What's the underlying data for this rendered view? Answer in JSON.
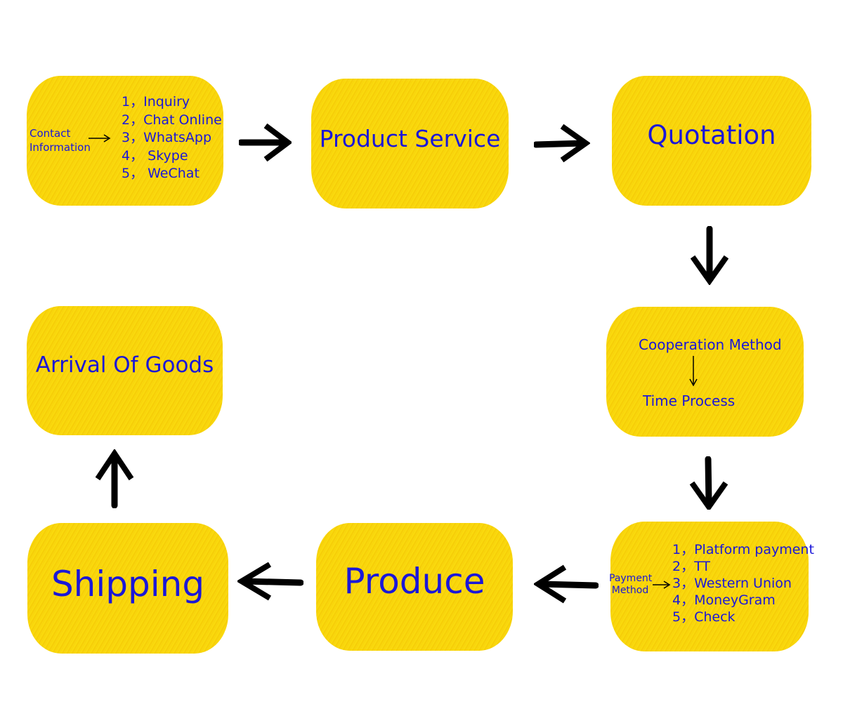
{
  "steps": {
    "contact": {
      "label": "Contact Information",
      "label_line1": "Contact",
      "label_line2": "Information",
      "items": [
        "1，Inquiry",
        "2，Chat Online",
        "3，WhatsApp",
        "4， Skype",
        "5， WeChat"
      ]
    },
    "product_service": {
      "title": "Product Service"
    },
    "quotation": {
      "title": "Quotation"
    },
    "cooperation": {
      "line1": "Cooperation Method",
      "line2": "Time Process"
    },
    "payment": {
      "label_line1": "Payment",
      "label_line2": "Method",
      "items": [
        "1，Platform payment",
        "2，TT",
        "3，Western Union",
        "4，MoneyGram",
        "5，Check"
      ]
    },
    "produce": {
      "title": "Produce"
    },
    "shipping": {
      "title": "Shipping"
    },
    "arrival": {
      "title": "Arrival Of Goods"
    }
  },
  "colors": {
    "box": "#f8d60a",
    "text": "#1b17d8",
    "arrow": "#000000"
  }
}
